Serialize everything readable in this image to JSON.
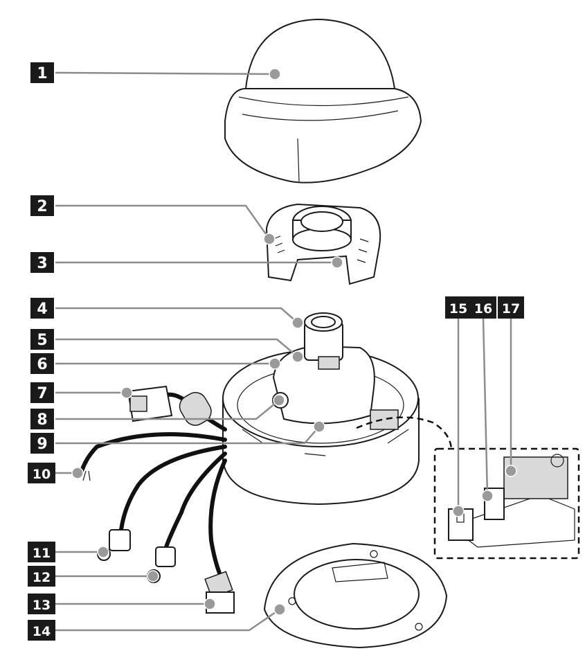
{
  "diagram": {
    "colors": {
      "badge_fill": "#1a1a1a",
      "badge_text": "#ffffff",
      "leader": "#8c8c8c",
      "pointer_dot": "#9a9a9a",
      "outline": "#1a1a1a",
      "shading": "#d9d9d9",
      "background": "#ffffff"
    },
    "callouts": [
      {
        "label": "1"
      },
      {
        "label": "2"
      },
      {
        "label": "3"
      },
      {
        "label": "4"
      },
      {
        "label": "5"
      },
      {
        "label": "6"
      },
      {
        "label": "7"
      },
      {
        "label": "8"
      },
      {
        "label": "9"
      },
      {
        "label": "10"
      },
      {
        "label": "11"
      },
      {
        "label": "12"
      },
      {
        "label": "13"
      },
      {
        "label": "14"
      },
      {
        "label": "15"
      },
      {
        "label": "16"
      },
      {
        "label": "17"
      }
    ]
  }
}
